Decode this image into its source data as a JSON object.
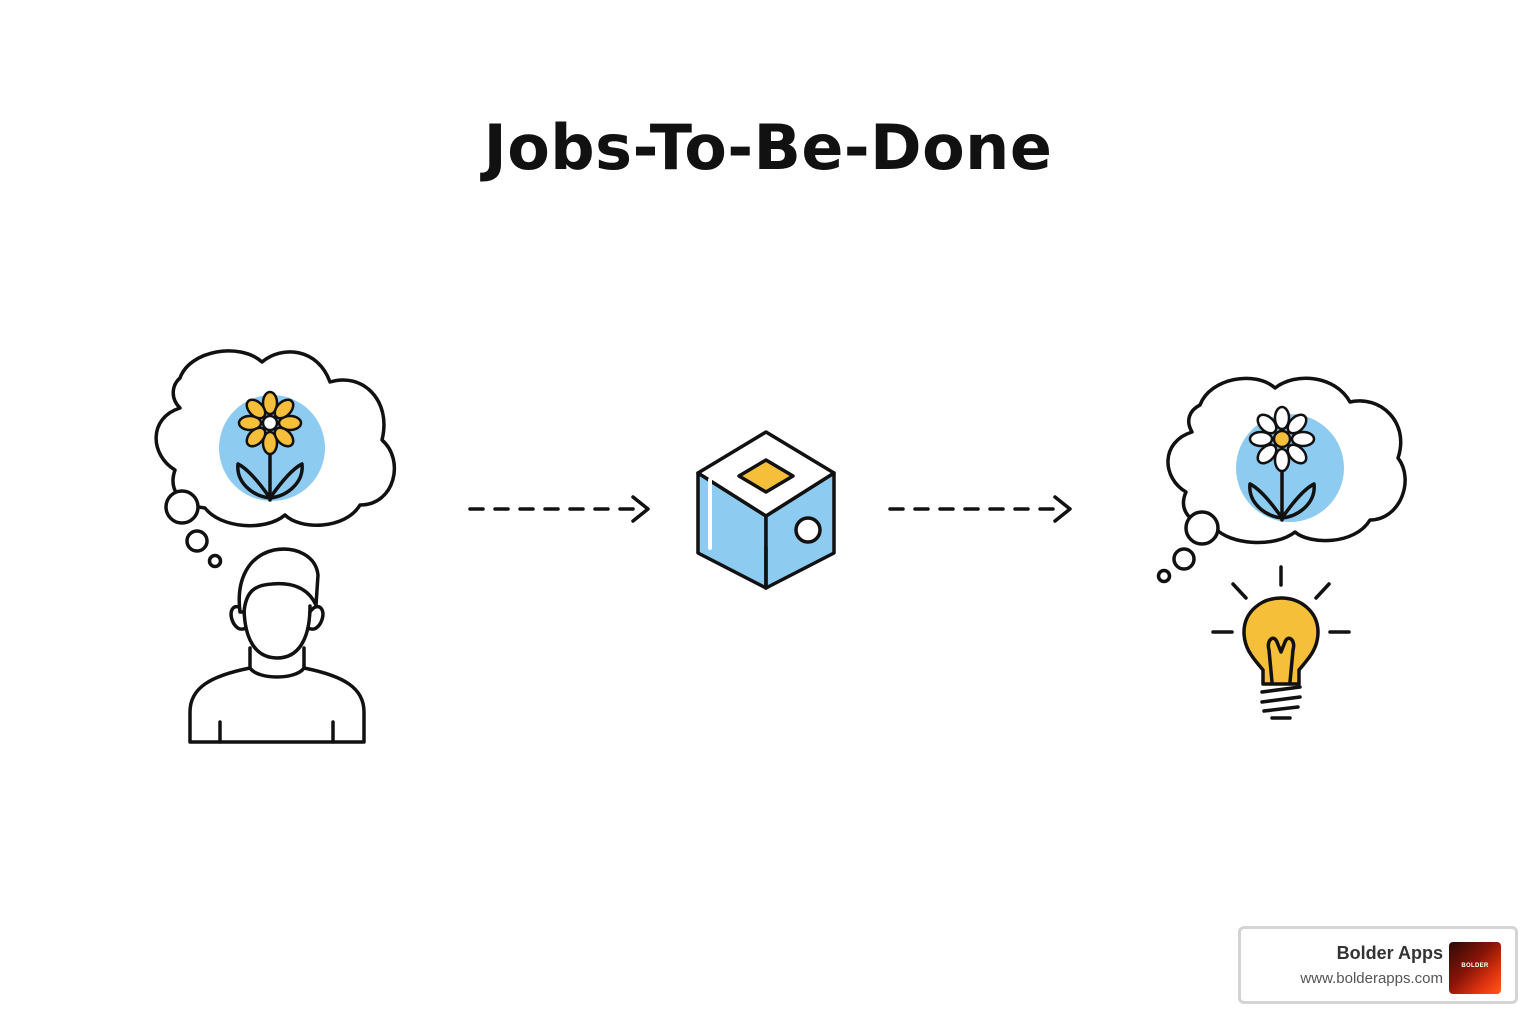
{
  "title": "Jobs-To-Be-Done",
  "nodes": [
    {
      "id": "customer",
      "icon": "person-thinking-icon",
      "thought": "flower-icon"
    },
    {
      "id": "product",
      "icon": "product-box-icon"
    },
    {
      "id": "outcome",
      "icon": "lightbulb-idea-icon",
      "thought": "flower-icon"
    }
  ],
  "edges": [
    {
      "from": "customer",
      "to": "product",
      "style": "dashed-arrow"
    },
    {
      "from": "product",
      "to": "outcome",
      "style": "dashed-arrow"
    }
  ],
  "colors": {
    "stroke": "#111111",
    "accent_blue": "#8ecbf0",
    "accent_yellow": "#f6bf3a"
  },
  "watermark": {
    "name": "Bolder Apps",
    "url": "www.bolderapps.com",
    "logo_text": "BOLDER"
  }
}
